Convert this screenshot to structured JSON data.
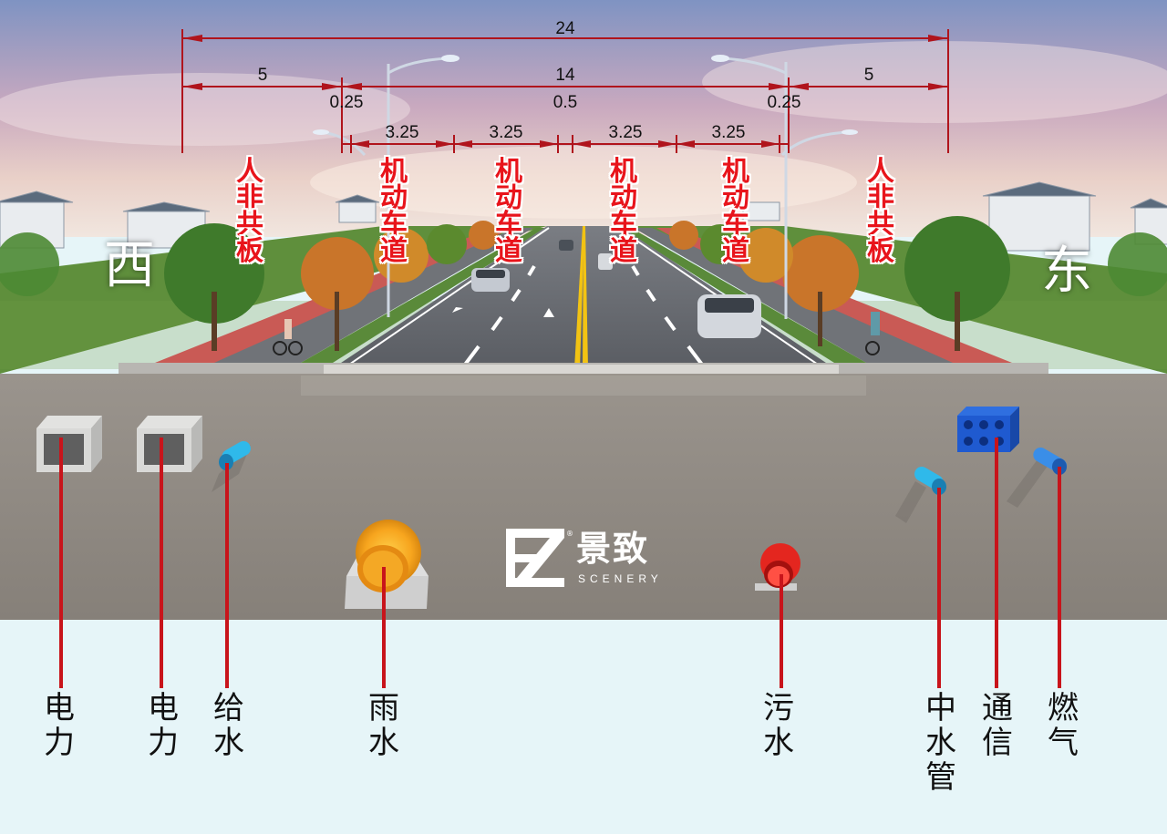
{
  "dimensions": {
    "total": "24",
    "sidewalk_left": "5",
    "carriageway": "14",
    "sidewalk_right": "5",
    "buffer_left": "0.25",
    "median": "0.5",
    "buffer_right": "0.25",
    "lanes": [
      "3.25",
      "3.25",
      "3.25",
      "3.25"
    ]
  },
  "directions": {
    "west": "西",
    "east": "东"
  },
  "lane_labels": {
    "shared_left": "人非共板",
    "motor_1": "机动车道",
    "motor_2": "机动车道",
    "motor_3": "机动车道",
    "motor_4": "机动车道",
    "shared_right": "人非共板"
  },
  "utilities": {
    "power_1": "电力",
    "power_2": "电力",
    "water_supply": "给水",
    "rainwater": "雨水",
    "sewage": "污水",
    "reclaimed_water": "中水管",
    "telecom": "通信",
    "gas": "燃气"
  },
  "logo": {
    "name": "景致",
    "subtitle": "SCENERY",
    "mark": "JZ"
  },
  "colors": {
    "dimension_line": "#b0141c",
    "lane_label": "#e8141b",
    "callout_line": "#c8141b",
    "ground": "#8a8681",
    "legend_bg": "#e6f5f8"
  }
}
